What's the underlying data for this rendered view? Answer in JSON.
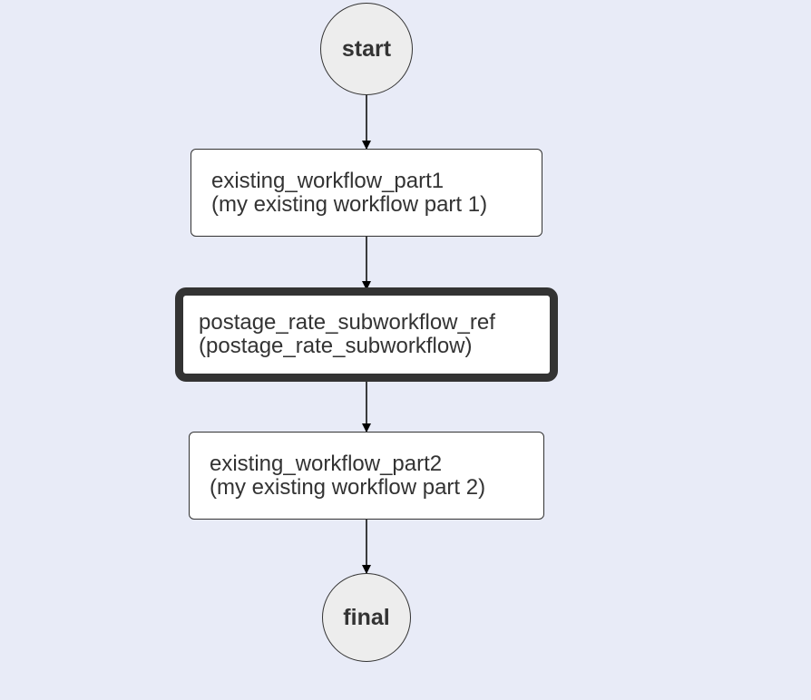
{
  "diagram": {
    "nodes": {
      "start": {
        "label": "start"
      },
      "part1": {
        "name": "existing_workflow_part1",
        "desc": "(my existing workflow part 1)"
      },
      "subworkflow": {
        "name": "postage_rate_subworkflow_ref",
        "desc": "(postage_rate_subworkflow)"
      },
      "part2": {
        "name": "existing_workflow_part2",
        "desc": "(my existing workflow part 2)"
      },
      "final": {
        "label": "final"
      }
    },
    "edges": [
      {
        "from": "start",
        "to": "existing_workflow_part1"
      },
      {
        "from": "existing_workflow_part1",
        "to": "postage_rate_subworkflow_ref"
      },
      {
        "from": "postage_rate_subworkflow_ref",
        "to": "existing_workflow_part2"
      },
      {
        "from": "existing_workflow_part2",
        "to": "final"
      }
    ],
    "colors": {
      "background": "#e8ebf7",
      "node_fill": "#ffffff",
      "terminal_fill": "#ededed",
      "stroke": "#333333",
      "edge": "#000000"
    }
  }
}
